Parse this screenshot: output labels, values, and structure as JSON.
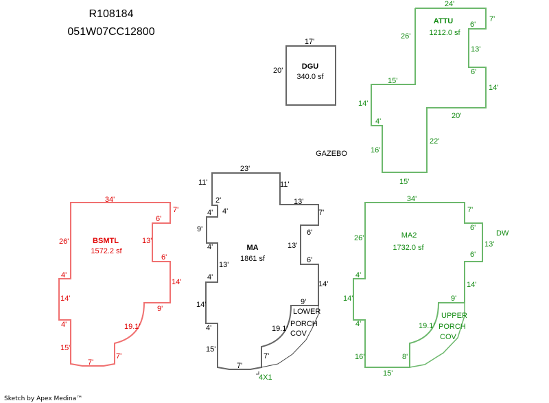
{
  "header": {
    "record_id": "R108184",
    "parcel_id": "051W07CC12800"
  },
  "footer": {
    "credit": "Sketch by Apex Medina™"
  },
  "colors": {
    "ma": "#666666",
    "bsmtl": "#f07070",
    "green": "#6cb86c",
    "red_text": "#e00000",
    "green_text": "#118a11"
  },
  "labels": {
    "gazebo": "GAZEBO",
    "dw": "DW",
    "4x1": "4X1"
  },
  "areas": {
    "dgu": {
      "name": "DGU",
      "area": "340.0 sf",
      "dims": [
        "17'",
        "20'"
      ]
    },
    "attu": {
      "name": "ATTU",
      "area": "1212.0 sf",
      "dims": [
        "24'",
        "7'",
        "6'",
        "13'",
        "6'",
        "14'",
        "20'",
        "22'",
        "15'",
        "16'",
        "4'",
        "14'",
        "15'",
        "26'"
      ]
    },
    "bsmtl": {
      "name": "BSMTL",
      "area": "1572.2 sf",
      "dims": [
        "34'",
        "7'",
        "6'",
        "13'",
        "6'",
        "14'",
        "9'",
        "19.1'",
        "7'",
        "7'",
        "15'",
        "4'",
        "14'",
        "4'",
        "26'"
      ]
    },
    "ma": {
      "name": "MA",
      "area": "1861 sf",
      "dims": [
        "23'",
        "11'",
        "13'",
        "7'",
        "6'",
        "13'",
        "6'",
        "14'",
        "9'",
        "19.1'",
        "7'",
        "7'",
        "15'",
        "4'",
        "14'",
        "4'",
        "13'",
        "4'",
        "9'",
        "4'",
        "4'",
        "2'",
        "11'"
      ],
      "porch": [
        "LOWER",
        "PORCH",
        "COV"
      ]
    },
    "ma2": {
      "name": "MA2",
      "area": "1732.0 sf",
      "dims": [
        "34'",
        "7'",
        "6'",
        "13'",
        "6'",
        "14'",
        "9'",
        "19.1'",
        "8'",
        "15'",
        "16'",
        "4'",
        "14'",
        "4'",
        "26'"
      ],
      "porch": [
        "UPPER",
        "PORCH",
        "COV"
      ]
    }
  }
}
